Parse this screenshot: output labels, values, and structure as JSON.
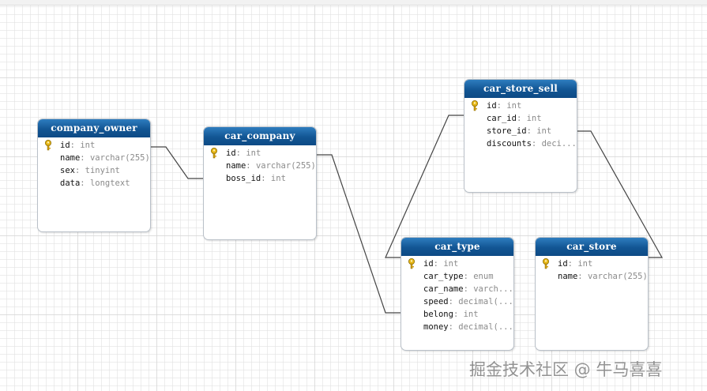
{
  "tables": [
    {
      "title": "company_owner",
      "fields": [
        {
          "name": "id",
          "type": "int",
          "pk": true
        },
        {
          "name": "name",
          "type": "varchar(255)"
        },
        {
          "name": "sex",
          "type": "tinyint"
        },
        {
          "name": "data",
          "type": "longtext"
        }
      ]
    },
    {
      "title": "car_company",
      "fields": [
        {
          "name": "id",
          "type": "int",
          "pk": true
        },
        {
          "name": "name",
          "type": "varchar(255)"
        },
        {
          "name": "boss_id",
          "type": "int"
        }
      ]
    },
    {
      "title": "car_store_sell",
      "fields": [
        {
          "name": "id",
          "type": "int",
          "pk": true
        },
        {
          "name": "car_id",
          "type": "int"
        },
        {
          "name": "store_id",
          "type": "int"
        },
        {
          "name": "discounts",
          "type": "deci..."
        }
      ]
    },
    {
      "title": "car_type",
      "fields": [
        {
          "name": "id",
          "type": "int",
          "pk": true
        },
        {
          "name": "car_type",
          "type": "enum"
        },
        {
          "name": "car_name",
          "type": "varch..."
        },
        {
          "name": "speed",
          "type": "decimal(..."
        },
        {
          "name": "belong",
          "type": "int"
        },
        {
          "name": "money",
          "type": "decimal(..."
        }
      ]
    },
    {
      "title": "car_store",
      "fields": [
        {
          "name": "id",
          "type": "int",
          "pk": true
        },
        {
          "name": "name",
          "type": "varchar(255)"
        }
      ]
    }
  ],
  "separator": ": ",
  "watermark": "掘金技术社区 @ 牛马喜喜"
}
